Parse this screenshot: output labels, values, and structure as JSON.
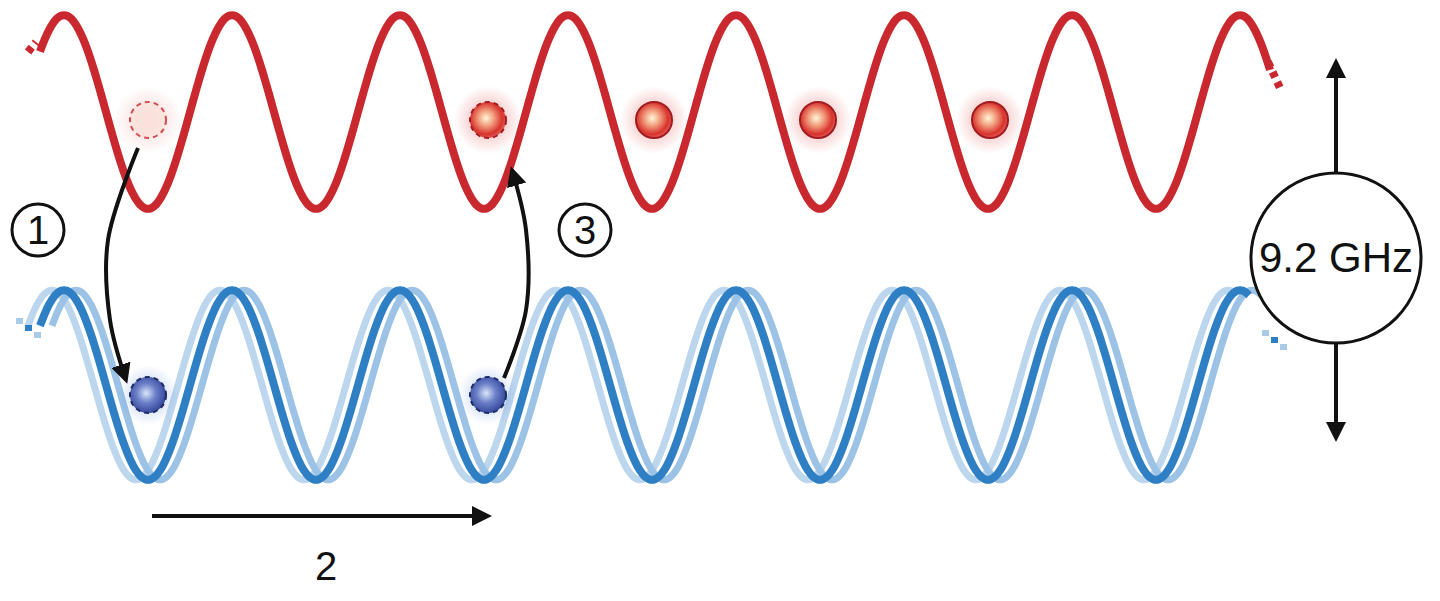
{
  "diagram": {
    "labels": [
      "1",
      "3",
      "9.2 GHz",
      "2"
    ]
  }
}
